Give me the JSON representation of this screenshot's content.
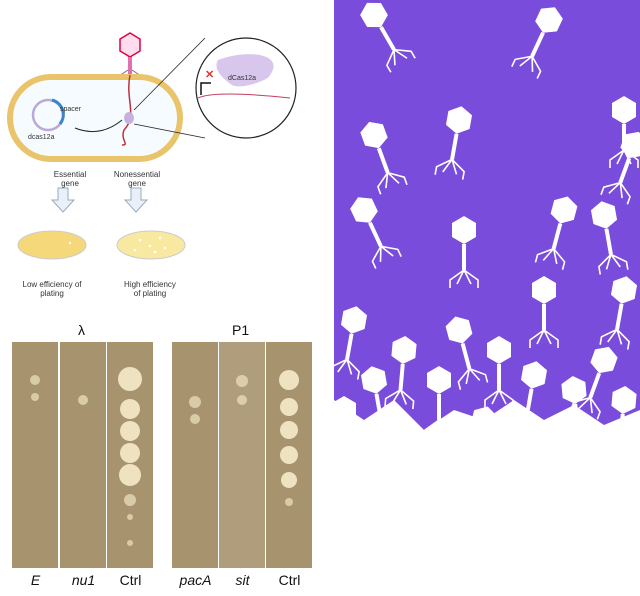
{
  "schematic": {
    "plasmid_spacer": "spacer",
    "plasmid_gene": "dcas12a",
    "protein": "dCas12a",
    "essential": "Essential gene",
    "nonessential": "Nonessential gene",
    "low": "Low efficiency of plating",
    "high": "High efficiency of plating"
  },
  "plates": {
    "lambda": {
      "title": "λ",
      "lanes": [
        {
          "label": "E",
          "italic": true
        },
        {
          "label": "nu1",
          "italic": true
        },
        {
          "label": "Ctrl",
          "italic": false
        }
      ]
    },
    "p1": {
      "title": "P1",
      "lanes": [
        {
          "label": "pacA",
          "italic": true
        },
        {
          "label": "sit",
          "italic": true
        },
        {
          "label": "Ctrl",
          "italic": false
        }
      ]
    }
  },
  "colors": {
    "purple": "#7a4cdc",
    "plate": "#a8936f",
    "cell": "#e9c46a"
  }
}
